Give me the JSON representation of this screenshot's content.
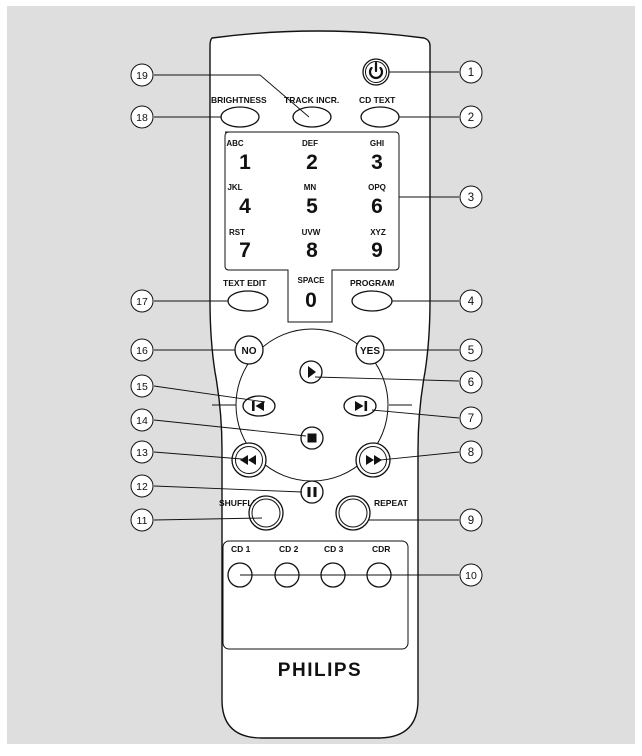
{
  "colors": {
    "background": "#dedede",
    "body": "#ffffff",
    "ink": "#111111"
  },
  "brand": "PHILIPS",
  "labels": {
    "brightness": "BRIGHTNESS",
    "track_incr": "TRACK INCR.",
    "cd_text": "CD TEXT",
    "text_edit": "TEXT EDIT",
    "program": "PROGRAM",
    "space": "SPACE",
    "no": "NO",
    "yes": "YES",
    "shuffle": "SHUFFLE",
    "repeat": "REPEAT",
    "cd1": "CD 1",
    "cd2": "CD 2",
    "cd3": "CD 3",
    "cdr": "CDR"
  },
  "keypad": {
    "abc": "ABC",
    "def": "DEF",
    "ghi": "GHI",
    "jkl": "JKL",
    "mn": "MN",
    "opq": "OPQ",
    "rst": "RST",
    "uvw": "UVW",
    "xyz": "XYZ",
    "d1": "1",
    "d2": "2",
    "d3": "3",
    "d4": "4",
    "d5": "5",
    "d6": "6",
    "d7": "7",
    "d8": "8",
    "d9": "9",
    "d0": "0"
  },
  "icons": {
    "power": "power-icon",
    "play": "play-icon",
    "stop": "stop-icon",
    "pause": "pause-icon",
    "prev": "previous-track-icon",
    "next": "next-track-icon",
    "rewind": "rewind-icon",
    "forward": "fast-forward-icon"
  },
  "callouts": {
    "c1": "1",
    "c2": "2",
    "c3": "3",
    "c4": "4",
    "c5": "5",
    "c6": "6",
    "c7": "7",
    "c8": "8",
    "c9": "9",
    "c10": "10",
    "c11": "11",
    "c12": "12",
    "c13": "13",
    "c14": "14",
    "c15": "15",
    "c16": "16",
    "c17": "17",
    "c18": "18",
    "c19": "19"
  }
}
